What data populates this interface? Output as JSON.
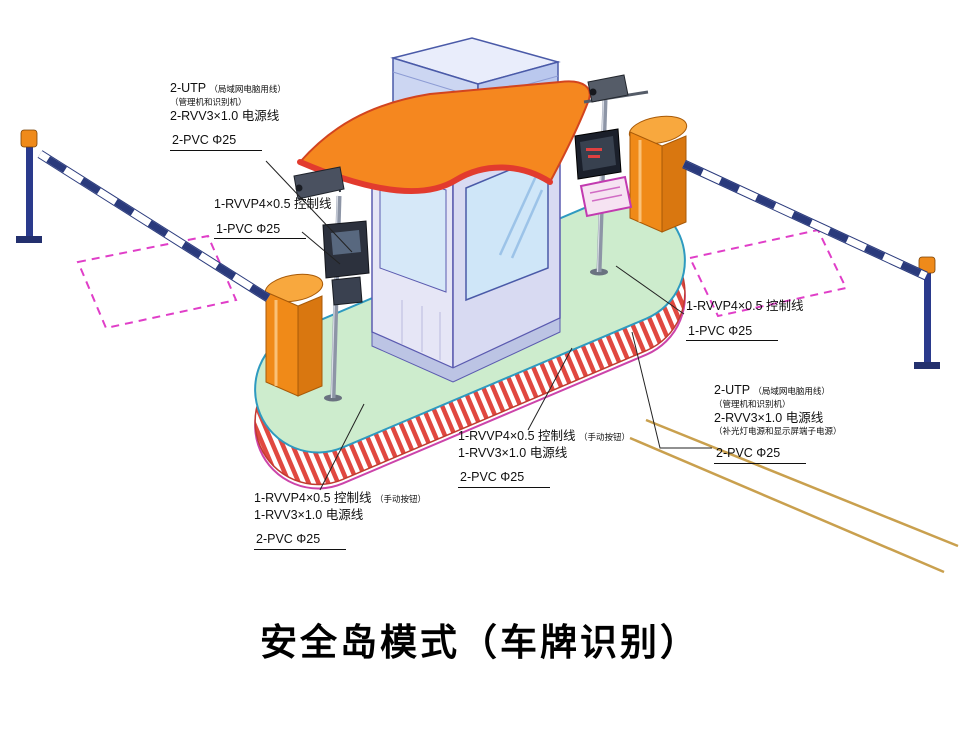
{
  "title": "安全岛模式（车牌识别）",
  "labels": {
    "top_left": {
      "line1_main": "2-UTP",
      "line1_note": "（局域网电脑用线）",
      "line2_note": "（管理机和识别机）",
      "line3": "2-RVV3×1.0 电源线",
      "line4": "2-PVC Φ25"
    },
    "left": {
      "line1": "1-RVVP4×0.5 控制线",
      "line2": "1-PVC Φ25"
    },
    "right_mid": {
      "line1": "1-RVVP4×0.5 控制线",
      "line2": "1-PVC Φ25"
    },
    "right_lower": {
      "line1_main": "2-UTP",
      "line1_note": "（局域网电脑用线）",
      "line2_note": "（管理机和识别机）",
      "line3": "2-RVV3×1.0 电源线",
      "line4_note": "（补光灯电源和显示屏端子电源）",
      "line5": "2-PVC Φ25"
    },
    "center_bottom": {
      "line1_main": "1-RVVP4×0.5 控制线",
      "line1_note": "（手动按钮）",
      "line2": "1-RVV3×1.0 电源线",
      "line3": "2-PVC Φ25"
    },
    "left_bottom": {
      "line1_main": "1-RVVP4×0.5 控制线",
      "line1_note": "（手动按钮）",
      "line2": "1-RVV3×1.0 电源线",
      "line3": "2-PVC Φ25"
    }
  },
  "colors": {
    "island_green": "#cdeccd",
    "stripe_red": "#e04840",
    "machine_orange": "#f08a18",
    "canopy_orange": "#f5871f",
    "canopy_edge_red": "#e23b2e",
    "booth_lavender": "#dcdcf2",
    "arm_navy": "#2a3a7c",
    "dashed_magenta": "#e03ec8",
    "lane_line_tan": "#c9a04e"
  }
}
